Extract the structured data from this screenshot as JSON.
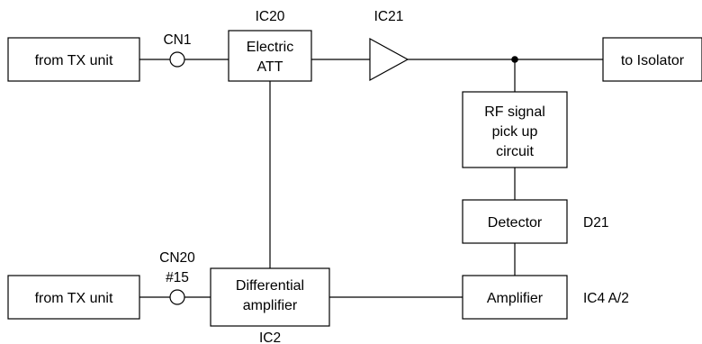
{
  "blocks": {
    "tx_unit_top": [
      "from TX unit"
    ],
    "electric_att": [
      "Electric",
      "ATT"
    ],
    "isolator": [
      "to Isolator"
    ],
    "rf_pickup": [
      "RF signal",
      "pick up",
      "circuit"
    ],
    "detector": [
      "Detector"
    ],
    "tx_unit_bottom": [
      "from TX unit"
    ],
    "diff_amp": [
      "Differential",
      "amplifier"
    ],
    "amplifier": [
      "Amplifier"
    ]
  },
  "labels": {
    "cn1": "CN1",
    "ic20": "IC20",
    "ic21": "IC21",
    "d21": "D21",
    "cn20": "CN20",
    "pin15": "#15",
    "ic2": "IC2",
    "ic4": "IC4 A/2"
  }
}
